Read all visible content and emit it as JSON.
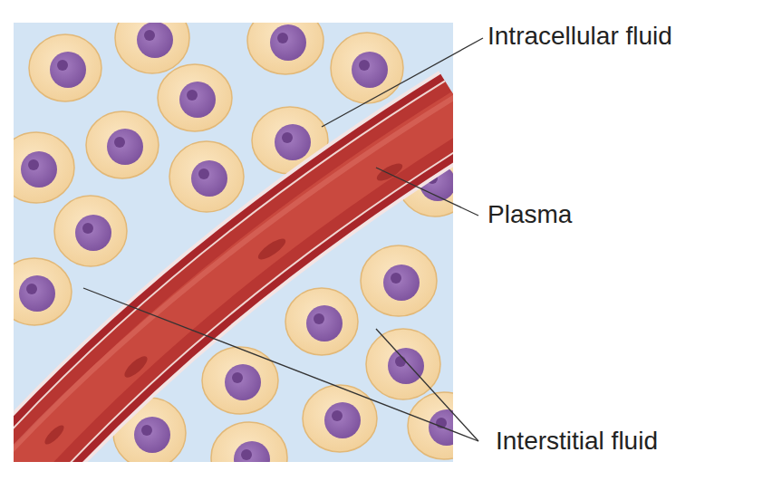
{
  "diagram": {
    "labels": [
      "Intracellular fluid",
      "Plasma",
      "Interstitial fluid"
    ]
  }
}
